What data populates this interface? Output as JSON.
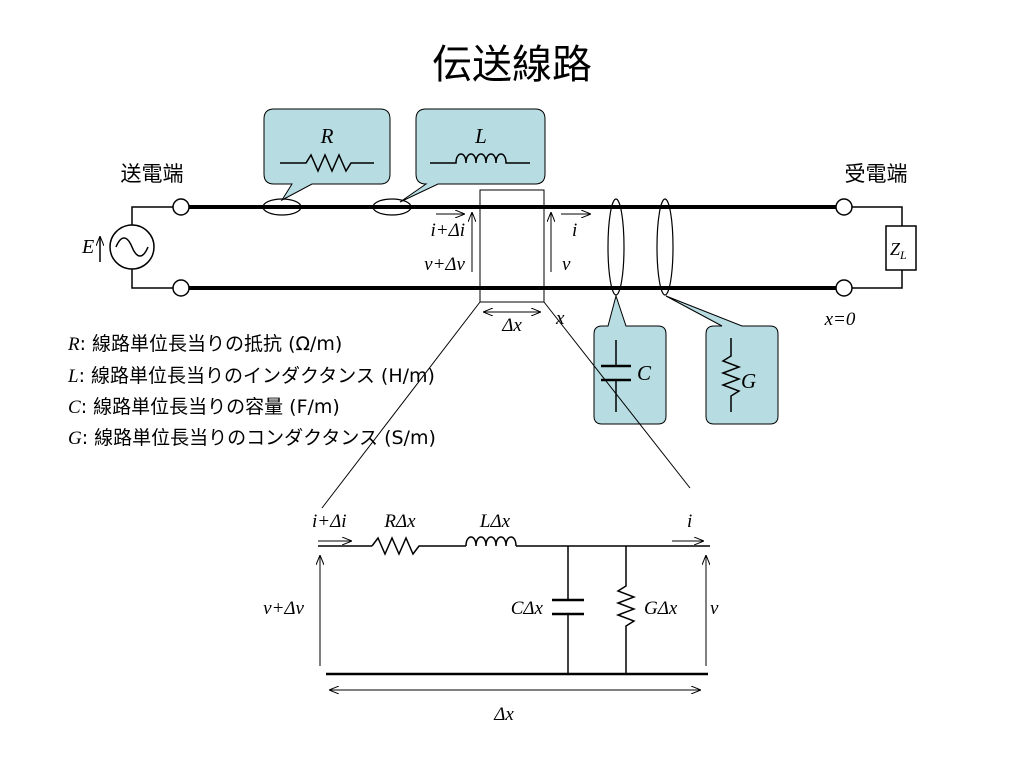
{
  "title": "伝送線路",
  "labels": {
    "sending_end": "送電端",
    "receiving_end": "受電端",
    "source": "E",
    "load_z": "Z",
    "load_sub": "L",
    "current_in": "i+Δi",
    "voltage_in": "v+Δv",
    "current_out": "i",
    "voltage_out": "v",
    "dx": "Δx",
    "x": "x",
    "x0": "x=0"
  },
  "callouts": {
    "r": "R",
    "l": "L",
    "c": "C",
    "g": "G"
  },
  "definitions": [
    {
      "sym": "R",
      "text": ": 線路単位長当りの抵抗 (Ω/m)"
    },
    {
      "sym": "L",
      "text": ": 線路単位長当りのインダクタンス (H/m)"
    },
    {
      "sym": "C",
      "text": ": 線路単位長当りの容量 (F/m)"
    },
    {
      "sym": "G",
      "text": ": 線路単位長当りのコンダクタンス (S/m)"
    }
  ],
  "lower_circuit": {
    "current_in": "i+Δi",
    "r_label": "RΔx",
    "l_label": "LΔx",
    "current_out": "i",
    "voltage_in": "v+Δv",
    "c_label": "CΔx",
    "g_label": "GΔx",
    "voltage_out": "v",
    "dx": "Δx"
  },
  "colors": {
    "callout_fill": "#b7dde2",
    "line": "#000000"
  }
}
